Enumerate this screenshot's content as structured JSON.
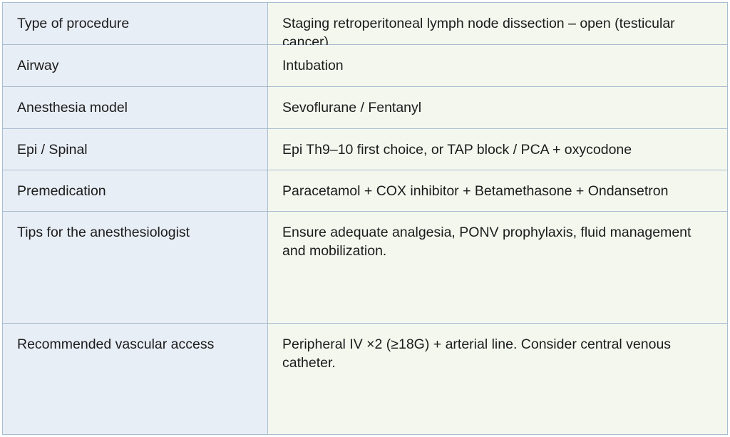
{
  "table": {
    "rows": [
      {
        "label": "Type of procedure",
        "value": "Staging retroperitoneal lymph node dissection – open (testicular cancer)"
      },
      {
        "label": "Airway",
        "value": "Intubation"
      },
      {
        "label": "Anesthesia model",
        "value": "Sevoflurane / Fentanyl"
      },
      {
        "label": "Epi / Spinal",
        "value": "Epi Th9–10 first choice, or TAP block / PCA + oxycodone"
      },
      {
        "label": "Premedication",
        "value": "Paracetamol + COX inhibitor + Betamethasone + Ondansetron"
      },
      {
        "label": "Tips for the anesthesiologist",
        "value": "Ensure adequate analgesia, PONV prophylaxis, fluid management and mobilization."
      },
      {
        "label": "Recommended vascular access",
        "value": "Peripheral IV ×2 (≥18G) + arterial line. Consider central venous catheter."
      }
    ]
  }
}
